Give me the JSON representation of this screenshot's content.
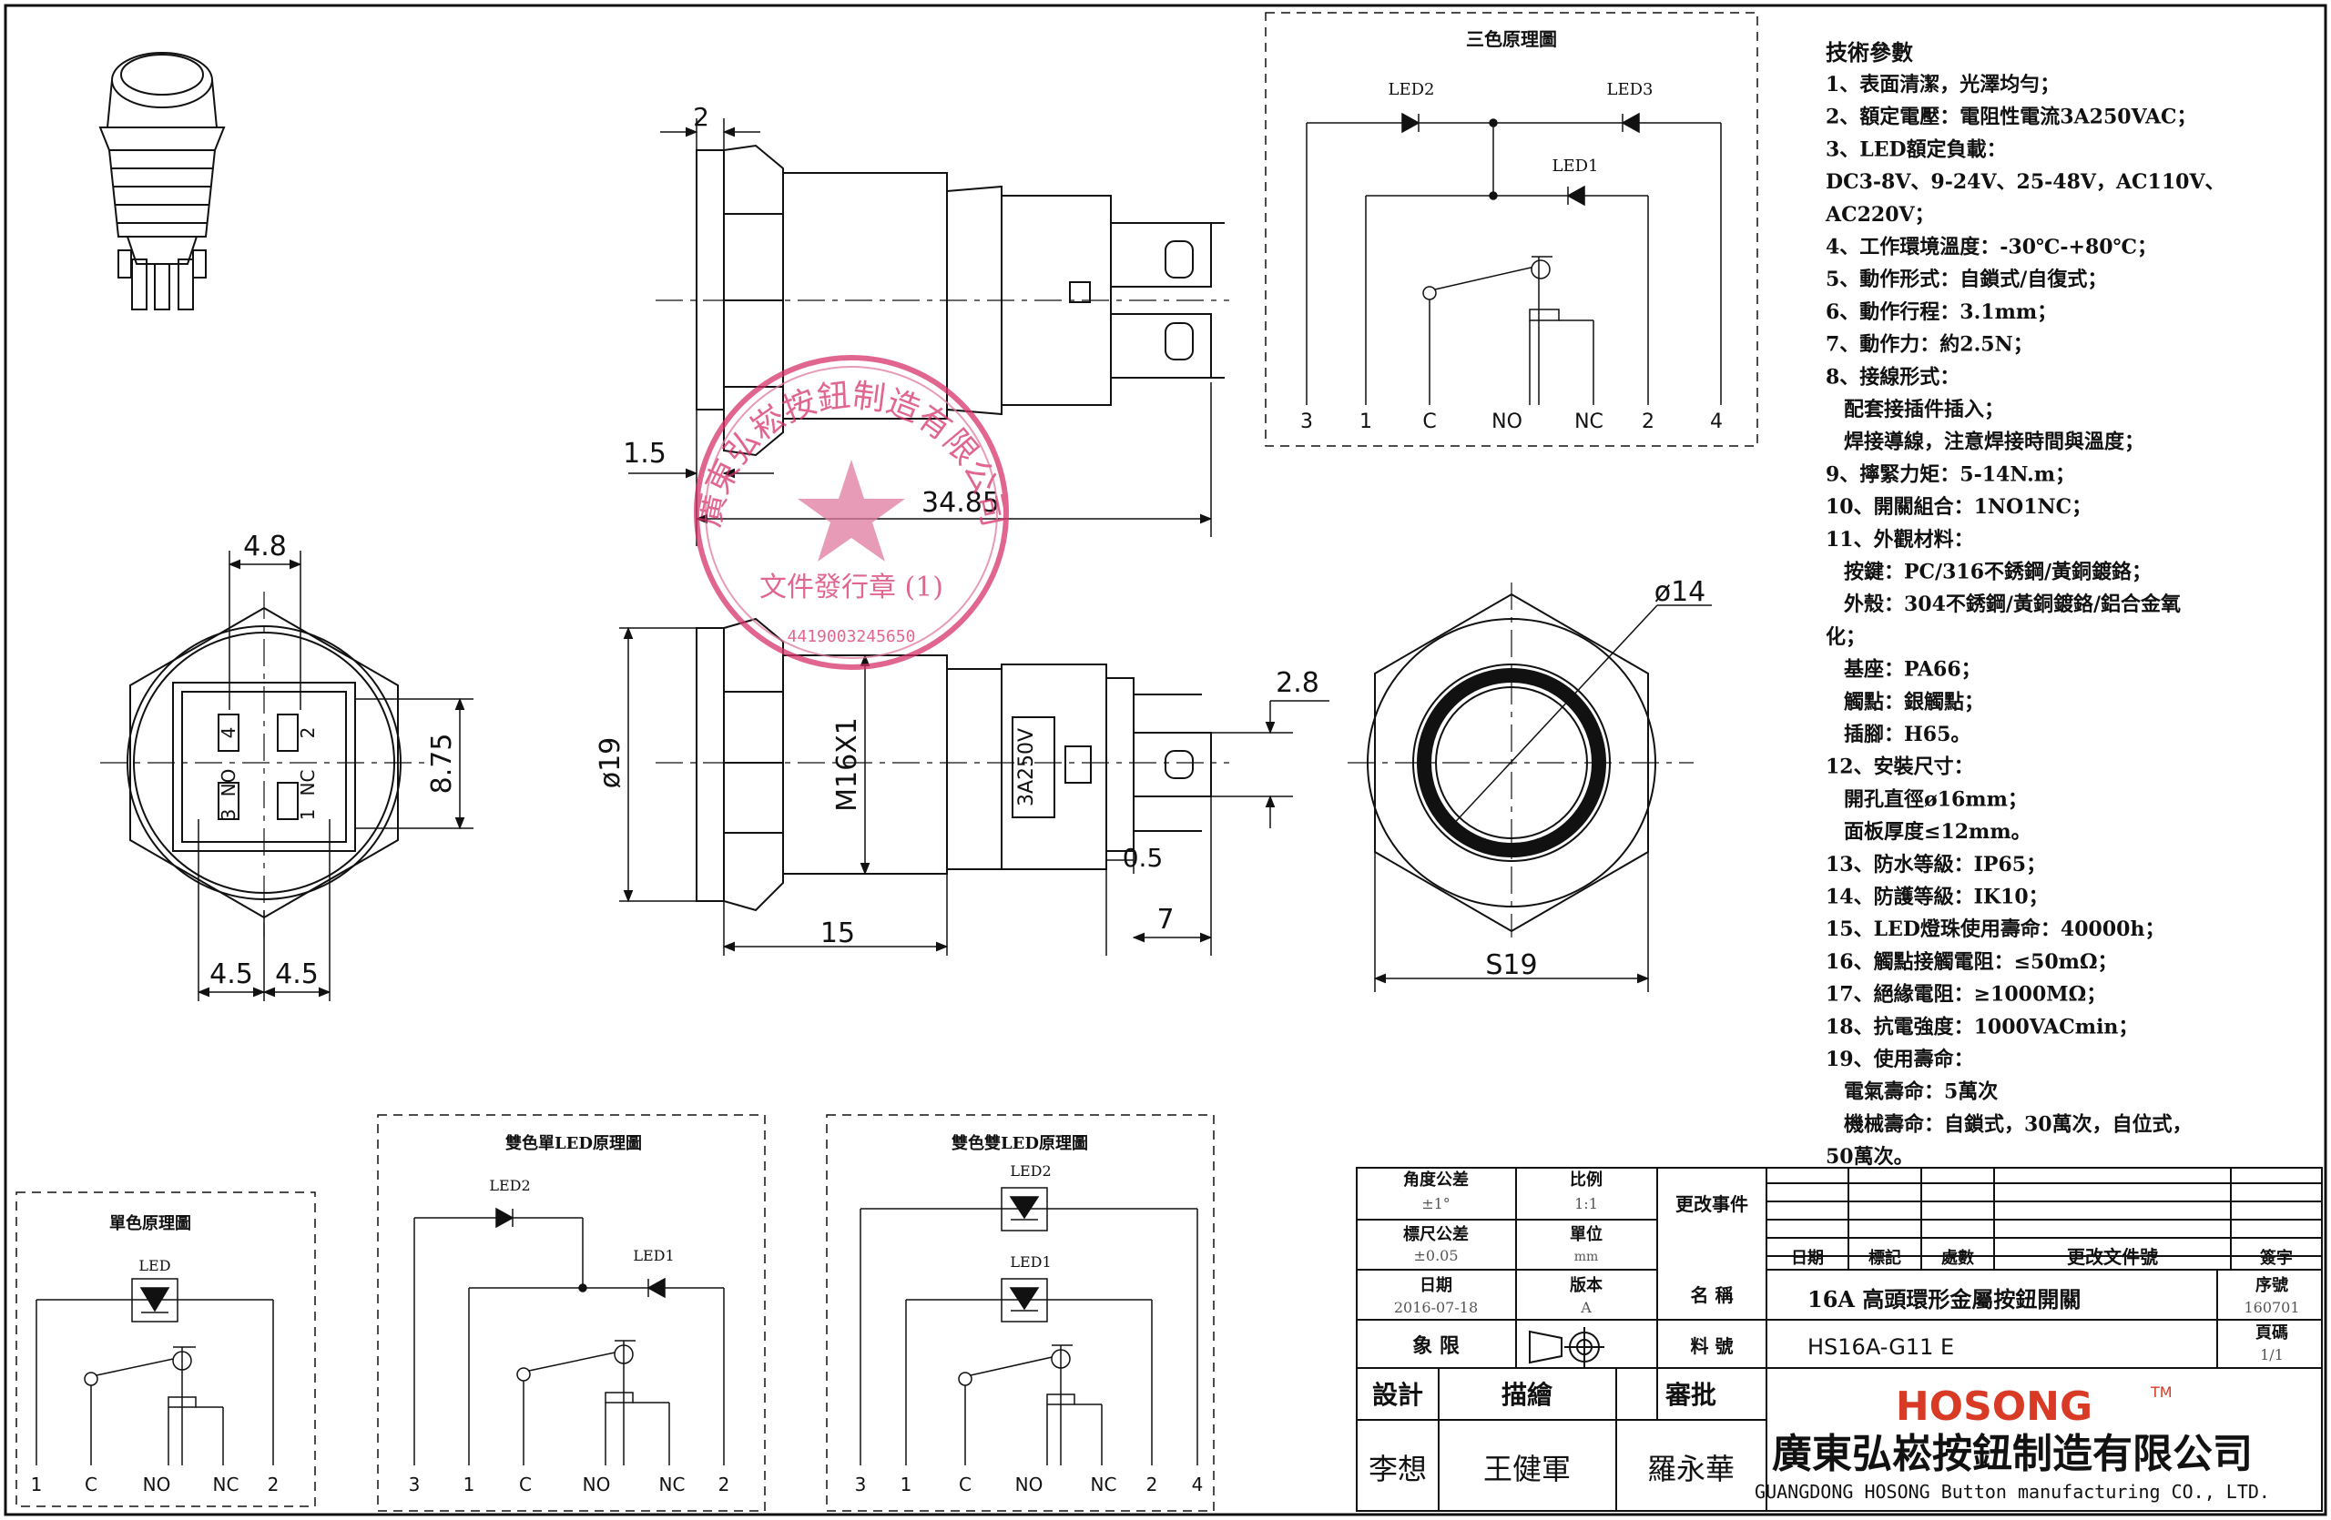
{
  "top_view": {
    "dim_width": "2",
    "dim_flange": "1.5",
    "dim_length": "34.85"
  },
  "side_view": {
    "dim_dia": "ø19",
    "dim_thread": "M16X1",
    "dim_body": "15",
    "dim_term_width": "2.8",
    "dim_term_thick": "0.5",
    "dim_term_len": "7",
    "rating_label": "3A250V"
  },
  "rear_view": {
    "dim_top": "4.8",
    "dim_height": "8.75",
    "dim_left": "4.5",
    "dim_right": "4.5",
    "pins": [
      "4",
      "2",
      "NO",
      "NC",
      "3",
      "1"
    ]
  },
  "front_view": {
    "dim_ring": "ø14",
    "dim_hex": "S19"
  },
  "stamp": {
    "outer_text": "廣東弘崧按鈕制造有限公司",
    "inner_text": "文件發行章 (1)",
    "serial": "4419003245650"
  },
  "schematic_tri": {
    "title": "三色原理圖",
    "led_labels": [
      "LED2",
      "LED3",
      "LED1"
    ],
    "terminals": [
      "3",
      "1",
      "C",
      "NO",
      "NC",
      "2",
      "4"
    ]
  },
  "schematic_single": {
    "title": "單色原理圖",
    "led_labels": [
      "LED"
    ],
    "terminals": [
      "1",
      "C",
      "NO",
      "NC",
      "2"
    ]
  },
  "schematic_bi_single": {
    "title": "雙色單LED原理圖",
    "led_labels": [
      "LED2",
      "LED1"
    ],
    "terminals": [
      "3",
      "1",
      "C",
      "NO",
      "NC",
      "2"
    ]
  },
  "schematic_bi_double": {
    "title": "雙色雙LED原理圖",
    "led_labels": [
      "LED2",
      "LED1"
    ],
    "terminals": [
      "3",
      "1",
      "C",
      "NO",
      "NC",
      "2",
      "4"
    ]
  },
  "specs": {
    "heading": "技術參數",
    "lines": [
      "1、表面清潔，光澤均勻；",
      "2、額定電壓：電阻性電流3A250VAC；",
      "3、LED額定負載：",
      "DC3-8V、9-24V、25-48V，AC110V、",
      "AC220V；",
      "4、工作環境溫度：-30℃-+80℃；",
      "5、動作形式：自鎖式/自復式；",
      "6、動作行程：3.1mm；",
      "7、動作力：約2.5N；",
      "8、接線形式：",
      "  配套接插件插入；",
      "  焊接導線，注意焊接時間與溫度；",
      "9、擰緊力矩：5-14N.m；",
      "10、開關組合：1NO1NC；",
      "11、外觀材料：",
      "  按鍵：PC/316不銹鋼/黃銅鍍鉻；",
      "  外殼：304不銹鋼/黃銅鍍鉻/鋁合金氧",
      "化；",
      "  基座：PA66；",
      "  觸點：銀觸點；",
      "  插腳：H65。",
      "12、安裝尺寸：",
      "  開孔直徑ø16mm；",
      "  面板厚度≤12mm。",
      "13、防水等級：IP65；",
      "14、防護等級：IK10；",
      "15、LED燈珠使用壽命：40000h；",
      "16、觸點接觸電阻：≤50mΩ；",
      "17、絕緣電阻：≥1000MΩ；",
      "18、抗電強度：1000VACmin；",
      "19、使用壽命：",
      "  電氣壽命：5萬次",
      "  機械壽命：自鎖式，30萬次，自位式，",
      "50萬次。"
    ]
  },
  "title_block": {
    "angle_tol_label": "角度公差",
    "angle_tol_value": "±1°",
    "scale_label": "比例",
    "scale_value": "1:1",
    "change_label": "更改事件",
    "dim_tol_label": "標尺公差",
    "dim_tol_value": "±0.05",
    "unit_label": "單位",
    "unit_value": "mm",
    "rev_cols": [
      "日期",
      "標記",
      "處數",
      "更改文件號",
      "簽字"
    ],
    "date_label": "日期",
    "date_value": "2016-07-18",
    "version_label": "版本",
    "version_value": "A",
    "name_label": "名 稱",
    "name_value": "16A 高頭環形金屬按鈕開關",
    "serial_label": "序號",
    "serial_value": "160701",
    "quadrant_label": "象 限",
    "part_label": "料 號",
    "part_value": "HS16A-G11 E",
    "page_label": "頁碼",
    "page_value": "1/1",
    "design_label": "設計",
    "draw_label": "描繪",
    "review_label": "審批",
    "designer": "李想",
    "drafter": "王健軍",
    "reviewer": "羅永華",
    "brand": "HOSONG",
    "tm": "TM",
    "company_cn": "廣東弘崧按鈕制造有限公司",
    "company_en": "GUANGDONG HOSONG Button manufacturing CO., LTD."
  }
}
